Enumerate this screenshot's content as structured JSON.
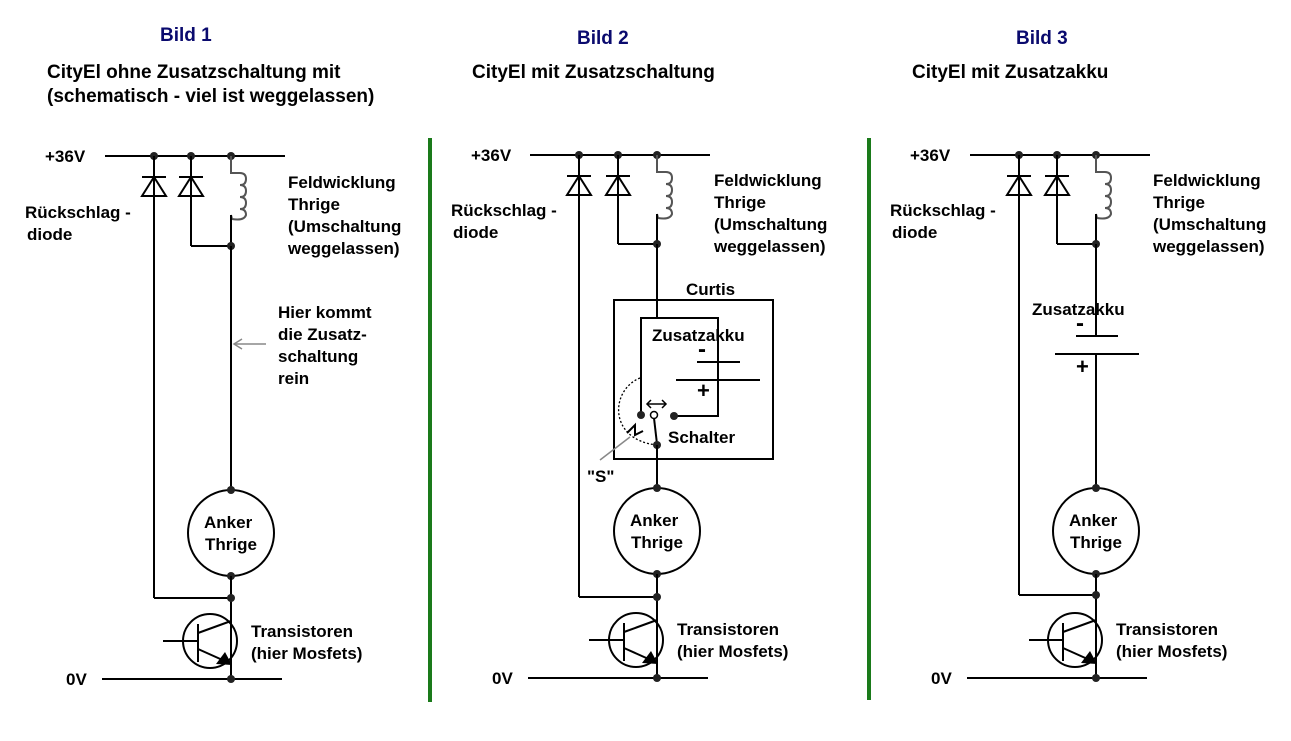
{
  "panels": [
    {
      "bild": "Bild 1",
      "subtitle_lines": [
        "CityEl ohne Zusatzschaltung mit",
        "(schematisch - viel ist weggelassen)"
      ],
      "supply_label": "+36V",
      "ground_label": "0V",
      "diode_label_lines": [
        "Rückschlag -",
        "diode"
      ],
      "field_label_lines": [
        "Feldwicklung",
        "Thrige",
        "(Umschaltung",
        "weggelassen)"
      ],
      "note_lines": [
        "Hier kommt",
        "die Zusatz-",
        "schaltung",
        "rein"
      ],
      "motor_lines": [
        "Anker",
        "Thrige"
      ],
      "transistor_lines": [
        "Transistoren",
        "(hier Mosfets)"
      ]
    },
    {
      "bild": "Bild 2",
      "subtitle_lines": [
        "CityEl mit Zusatzschaltung"
      ],
      "supply_label": "+36V",
      "ground_label": "0V",
      "diode_label_lines": [
        "Rückschlag -",
        "diode"
      ],
      "field_label_lines": [
        "Feldwicklung",
        "Thrige",
        "(Umschaltung",
        "weggelassen)"
      ],
      "box_label": "Curtis",
      "battery_label": "Zusatzakku",
      "minus": "-",
      "plus": "+",
      "switch_label": "Schalter",
      "switch_marker": "\"S\"",
      "motor_lines": [
        "Anker",
        "Thrige"
      ],
      "transistor_lines": [
        "Transistoren",
        "(hier Mosfets)"
      ]
    },
    {
      "bild": "Bild 3",
      "subtitle_lines": [
        "CityEl mit Zusatzakku"
      ],
      "supply_label": "+36V",
      "ground_label": "0V",
      "diode_label_lines": [
        "Rückschlag -",
        "diode"
      ],
      "field_label_lines": [
        "Feldwicklung",
        "Thrige",
        "(Umschaltung",
        "weggelassen)"
      ],
      "battery_label": "Zusatzakku",
      "minus": "-",
      "plus": "+",
      "motor_lines": [
        "Anker",
        "Thrige"
      ],
      "transistor_lines": [
        "Transistoren",
        "(hier Mosfets)"
      ]
    }
  ],
  "colors": {
    "title": "#0a0a6e",
    "separator": "#1a7a1a",
    "wire": "#000000"
  }
}
